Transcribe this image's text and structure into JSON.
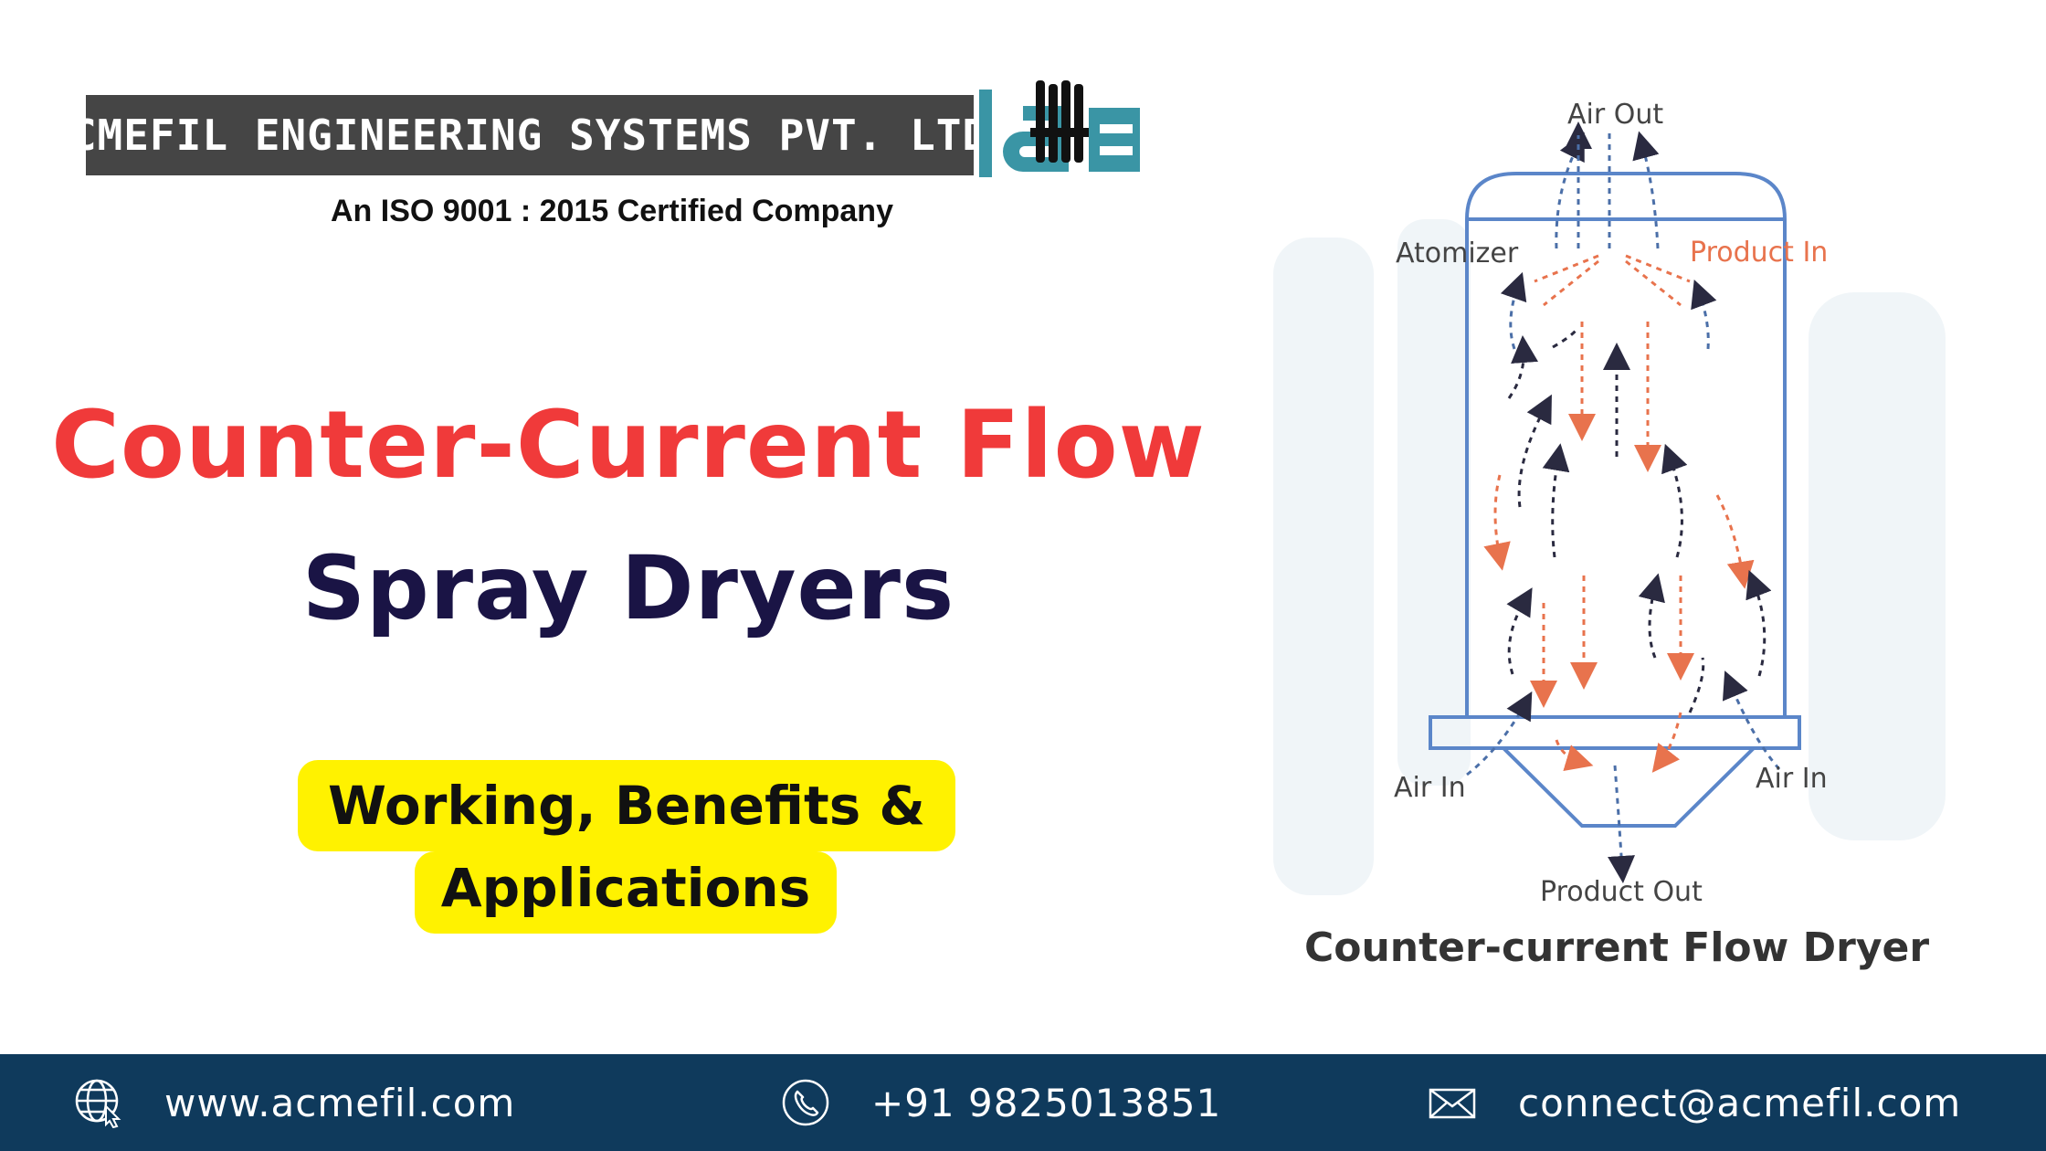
{
  "header": {
    "company_name": "ACMEFIL ENGINEERING SYSTEMS PVT. LTD.",
    "certification": "An ISO 9001 : 2015 Certified Company"
  },
  "title": {
    "line1": "Counter-Current Flow",
    "line2": "Spray Dryers"
  },
  "subtitle": {
    "line1": "Working, Benefits &",
    "line2": "Applications"
  },
  "diagram": {
    "caption": "Counter-current Flow Dryer",
    "labels": {
      "air_out": "Air Out",
      "atomizer": "Atomizer",
      "product_in": "Product In",
      "air_in_left": "Air In",
      "air_in_right": "Air In",
      "product_out": "Product Out"
    }
  },
  "footer": {
    "website": "www.acmefil.com",
    "phone": "+91 9825013851",
    "email": "connect@acmefil.com"
  },
  "colors": {
    "title_red": "#f03a3a",
    "title_navy": "#1a1445",
    "highlight_yellow": "#fff200",
    "footer_blue": "#0f3a5c",
    "logo_teal": "#3a95a5",
    "vessel_blue": "#5b86c9",
    "product_orange": "#e8734d",
    "air_blue": "#4b6fa8"
  },
  "icons": [
    "globe-cursor-icon",
    "phone-icon",
    "mail-icon",
    "acmefil-logo"
  ]
}
